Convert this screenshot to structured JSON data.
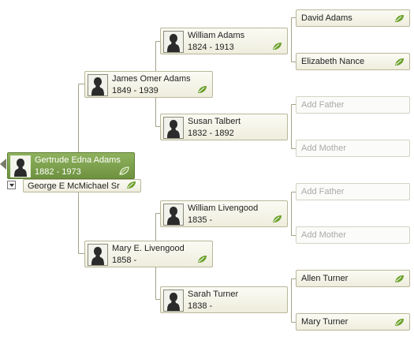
{
  "tree": {
    "root": {
      "name": "Gertrude Edna Adams",
      "dates": "1882 - 1973"
    },
    "spouse": {
      "name": "George E McMichael Sr"
    },
    "father": {
      "name": "James Omer Adams",
      "dates": "1849 - 1939"
    },
    "mother": {
      "name": "Mary E. Livengood",
      "dates": "1858 -"
    },
    "paternal_grandfather": {
      "name": "William Adams",
      "dates": "1824 - 1913"
    },
    "paternal_grandmother": {
      "name": "Susan Talbert",
      "dates": "1832 - 1892"
    },
    "maternal_grandfather": {
      "name": "William Livengood",
      "dates": "1835 -"
    },
    "maternal_grandmother": {
      "name": "Sarah Turner",
      "dates": "1838 -"
    },
    "great_grandparents": [
      {
        "name": "David Adams",
        "has_hint": true
      },
      {
        "name": "Elizabeth Nance",
        "has_hint": true
      },
      {
        "name": "Add Father",
        "has_hint": false
      },
      {
        "name": "Add Mother",
        "has_hint": false
      },
      {
        "name": "Add Father",
        "has_hint": false
      },
      {
        "name": "Add Mother",
        "has_hint": false
      },
      {
        "name": "Allen Turner",
        "has_hint": true
      },
      {
        "name": "Mary Turner",
        "has_hint": true
      }
    ]
  },
  "icons": {
    "hint": "leaf-icon",
    "portrait": "person-silhouette-icon",
    "back": "back-arrow-icon",
    "spouse_menu": "dropdown-arrow-icon"
  },
  "colors": {
    "root_card": "#7a9e4a",
    "card_border": "#b9b79a",
    "leaf": "#6aa02a",
    "placeholder_text": "#a9a9a9",
    "connector": "#a4a28a"
  }
}
